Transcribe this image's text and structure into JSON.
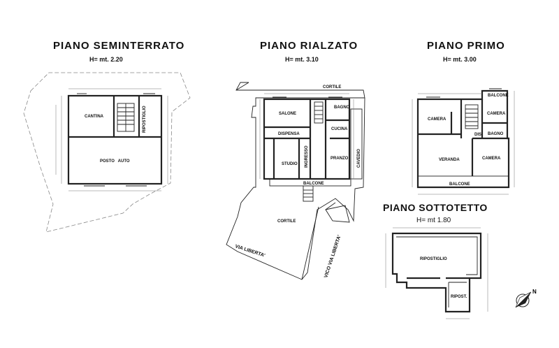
{
  "floors": {
    "seminterrato": {
      "title": "PIANO SEMINTERRATO",
      "height": "H= mt. 2.20",
      "rooms": {
        "cantina": "CANTINA",
        "ripostiglio": "RIPOSTIGLIO",
        "posto_auto": "POSTO   AUTO"
      }
    },
    "rialzato": {
      "title": "PIANO RIALZATO",
      "height": "H= mt. 3.10",
      "rooms": {
        "salone": "SALONE",
        "bagno": "BAGNO",
        "dispensa": "DISPENSA",
        "cucina": "CUCINA",
        "studio": "STUDIO",
        "ingresso": "INGRESSO",
        "pranzo": "PRANZO",
        "cavedio": "CAVEDIO",
        "balcone": "BALCONE",
        "cortile_top": "CORTILE",
        "cortile_bottom": "CORTILE"
      },
      "streets": {
        "via_liberta": "VIA LIBERTA'",
        "vico_via_liberta": "VICO VIA LIBERTA'"
      }
    },
    "primo": {
      "title": "PIANO PRIMO",
      "height": "H= mt. 3.00",
      "rooms": {
        "camera_left": "CAMERA",
        "balcone_top": "BALCONE",
        "camera_top_right": "CAMERA",
        "dis": "DIS.",
        "bagno": "BAGNO",
        "veranda": "VERANDA",
        "camera_bottom_right": "CAMERA",
        "balcone_bottom": "BALCONE"
      }
    },
    "sottotetto": {
      "title": "PIANO SOTTOTETTO",
      "height": "H= mt 1.80",
      "rooms": {
        "ripostiglio": "RIPOSTIGLIO",
        "ripost": "RIPOST."
      }
    }
  },
  "north": {
    "label": "N"
  },
  "colors": {
    "line": "#222222",
    "dashed": "#888888",
    "paper": "#ffffff"
  }
}
